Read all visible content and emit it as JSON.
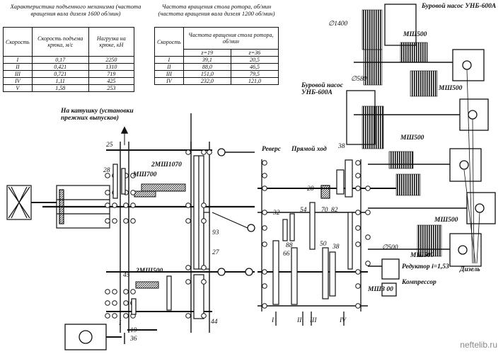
{
  "hoist_table": {
    "caption": "Характеристика подъемного механизма (частота вращения вала дизеля 1600 об/мин)",
    "headers": [
      "Скорость",
      "Скорость подъема крюка, м/с",
      "Нагрузка на крюке, кН"
    ],
    "rows": [
      [
        "I",
        "0,17",
        "2250"
      ],
      [
        "II",
        "0,421",
        "1310"
      ],
      [
        "III",
        "0,721",
        "719"
      ],
      [
        "IV",
        "1,11",
        "425"
      ],
      [
        "V",
        "1,58",
        "253"
      ]
    ]
  },
  "rotor_table": {
    "caption": "Частота вращения стола ротора, об/мин (частота вращения вала дизеля 1200 об/мин)",
    "headers": [
      "Скорость",
      "Частота вращения стола ротора, об/мин",
      "z=19",
      "z=36"
    ],
    "rows": [
      [
        "I",
        "39,1",
        "20,5"
      ],
      [
        "II",
        "88,0",
        "46,5"
      ],
      [
        "III",
        "151,0",
        "79,5"
      ],
      [
        "IV",
        "232,0",
        "121,0"
      ]
    ]
  },
  "labels": {
    "pump_top": "Буровой насос УНБ-600А",
    "pump_mid": "Буровой насос УНБ-600А",
    "d1400": "∅1400",
    "d580": "∅580",
    "d500": "∅500",
    "msh500_a": "МШ500",
    "msh500_b": "МШ500",
    "msh500_c": "МШ500",
    "msh500_d": "МШ500",
    "msh500_e": "МШ500",
    "na_katushku": "На катушку (установки прежних выпусков)",
    "n25": "25",
    "n28a": "28",
    "msh700": "МШ700",
    "msh1070": "2МШ1070",
    "revers": "Реверс",
    "pryamoy": "Прямой ход",
    "n38a": "38",
    "n28b": "28",
    "n32": "32",
    "n54": "54",
    "n70": "70",
    "n82": "82",
    "n93": "93",
    "n27": "27",
    "n88": "88",
    "n66": "66",
    "n50": "50",
    "n38b": "38",
    "n45": "45",
    "msh500_2": "2МШ500",
    "n44": "44",
    "n19": "19",
    "n36": "36",
    "reduktor": "Редуктор i=1,53",
    "kompressor": "Компрессор",
    "msh300": "МШЗ 00",
    "dizel": "Дизель",
    "r1": "I",
    "r2": "II",
    "r3": "III",
    "r4": "IV",
    "lone_i": "I",
    "watermark": "neftelib.ru"
  }
}
